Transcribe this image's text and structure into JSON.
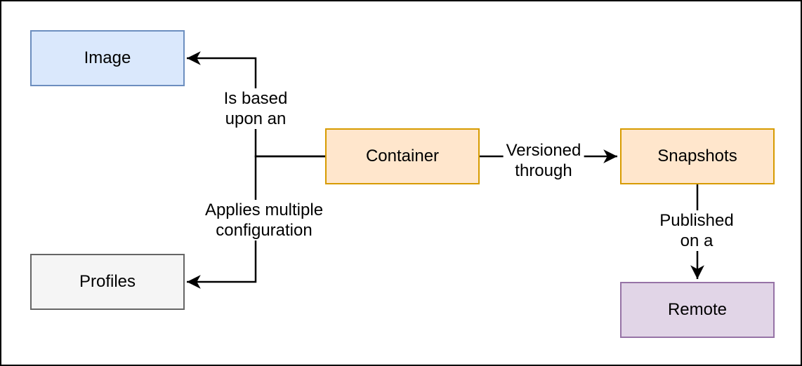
{
  "diagram": {
    "nodes": [
      {
        "id": "image",
        "label": "Image",
        "fill": "#dae8fc",
        "stroke": "#6c8ebf"
      },
      {
        "id": "container",
        "label": "Container",
        "fill": "#ffe6cc",
        "stroke": "#d79b00"
      },
      {
        "id": "snapshots",
        "label": "Snapshots",
        "fill": "#ffe6cc",
        "stroke": "#d79b00"
      },
      {
        "id": "profiles",
        "label": "Profiles",
        "fill": "#f5f5f5",
        "stroke": "#666666"
      },
      {
        "id": "remote",
        "label": "Remote",
        "fill": "#e1d5e7",
        "stroke": "#9673a6"
      }
    ],
    "edges": [
      {
        "id": "container-to-image",
        "from": "Container",
        "to": "Image",
        "label_lines": [
          "Is based",
          "upon an"
        ]
      },
      {
        "id": "container-to-profiles",
        "from": "Container",
        "to": "Profiles",
        "label_lines": [
          "Applies multiple",
          "configuration"
        ]
      },
      {
        "id": "container-to-snapshots",
        "from": "Container",
        "to": "Snapshots",
        "label_lines": [
          "Versioned",
          "through"
        ]
      },
      {
        "id": "snapshots-to-remote",
        "from": "Snapshots",
        "to": "Remote",
        "label_lines": [
          "Published",
          "on a"
        ]
      }
    ],
    "colors": {
      "line": "#000000",
      "text": "#000000",
      "background": "#ffffff",
      "canvas_border": "#000000"
    }
  }
}
